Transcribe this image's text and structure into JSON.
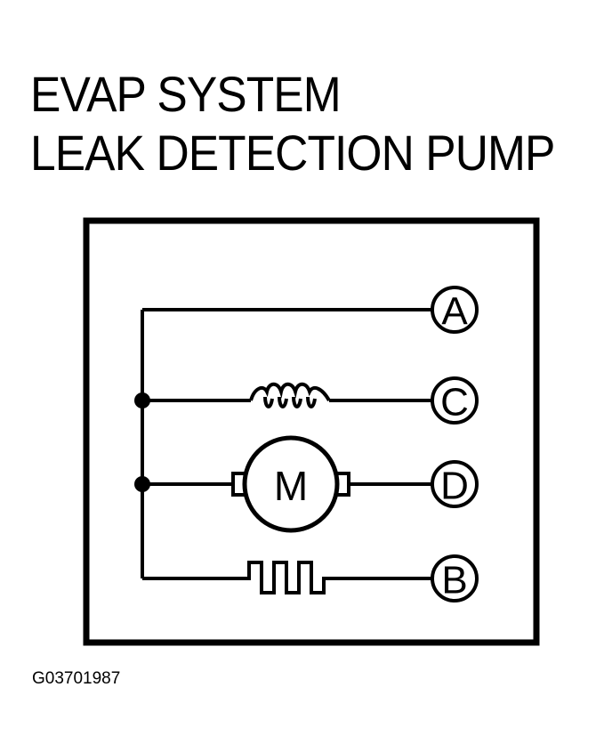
{
  "title": {
    "line1": "EVAP SYSTEM",
    "line2": "LEAK DETECTION PUMP"
  },
  "diagram": {
    "terminals": [
      {
        "id": "A",
        "label": "A",
        "component": "direct"
      },
      {
        "id": "C",
        "label": "C",
        "component": "coil"
      },
      {
        "id": "D",
        "label": "D",
        "component": "motor"
      },
      {
        "id": "B",
        "label": "B",
        "component": "heater"
      }
    ],
    "motor_label": "M"
  },
  "figure_id": "G03701987"
}
